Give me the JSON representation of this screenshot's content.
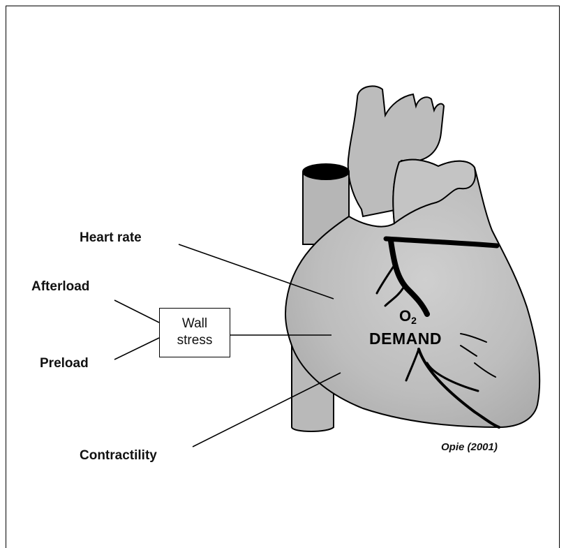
{
  "labels": {
    "heart_rate": "Heart rate",
    "afterload": "Afterload",
    "preload": "Preload",
    "contractility": "Contractility",
    "wall_stress_line1": "Wall",
    "wall_stress_line2": "stress",
    "o2": "O",
    "o2_subscript": "2",
    "demand": "DEMAND",
    "credit": "Opie (2001)"
  },
  "colors": {
    "heart_fill": "#b9b9b9",
    "heart_outline": "#000000",
    "vessel": "#000000",
    "background": "#ffffff"
  }
}
